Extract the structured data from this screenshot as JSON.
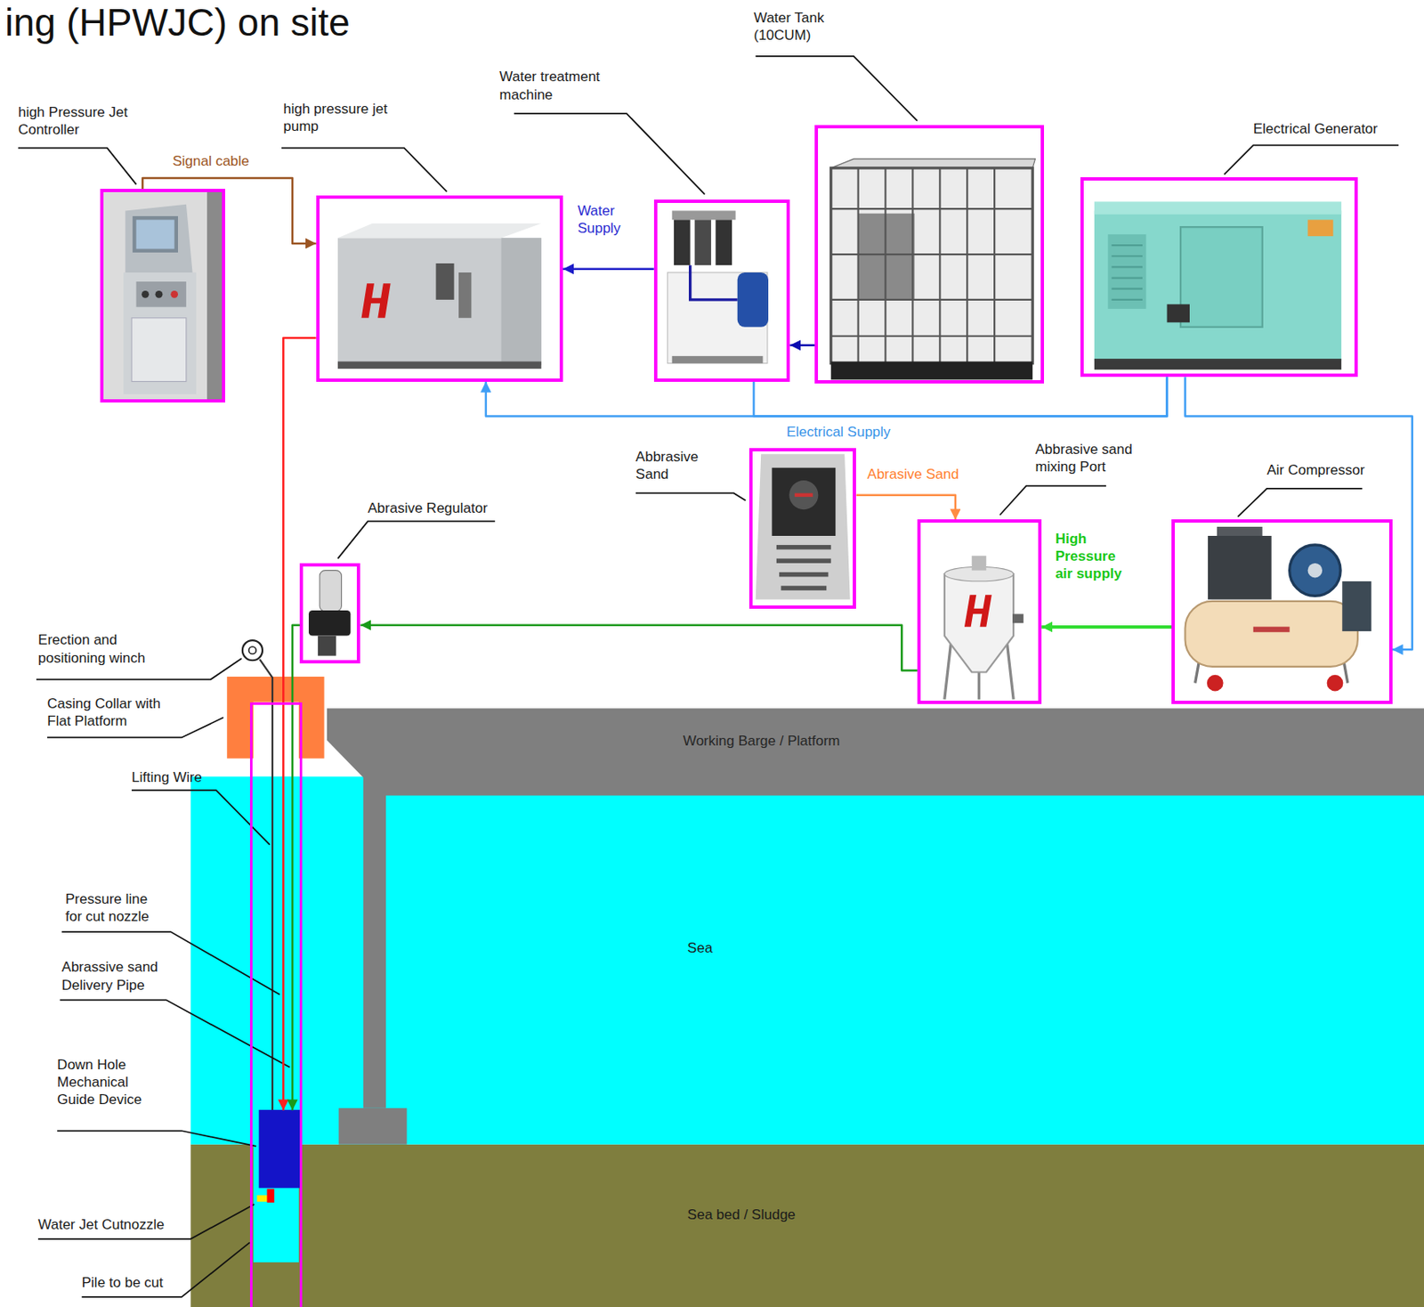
{
  "diagram": {
    "title": "ing (HPWJC) on site",
    "nodes": [
      {
        "text": [
          "high Pressure Jet Controller"
        ]
      },
      {
        "text": [
          "high pressure jet pump"
        ]
      },
      {
        "text": [
          "Water treatment machine"
        ]
      },
      {
        "text": [
          "Water Tank (10CUM)"
        ]
      },
      {
        "text": [
          "Electrical Generator"
        ]
      },
      {
        "text": [
          "Abbrasive Sand"
        ]
      },
      {
        "text": [
          "Abbrasive sand mixing Port"
        ]
      },
      {
        "text": [
          "Air Compressor"
        ]
      },
      {
        "text": [
          "Abrasive Regulator"
        ]
      },
      {
        "text": [
          "Casing Collar with Flat Platform"
        ]
      },
      {
        "text": [
          "Working Barge / Platform"
        ]
      },
      {
        "text": [
          "Sea"
        ]
      },
      {
        "text": [
          "Sea bed / Sludge"
        ]
      },
      {
        "text": [
          "Pile to be cut"
        ]
      },
      {
        "text": [
          "Down Hole Mechanical Guide Device"
        ],
        "in": 13
      },
      {
        "text": [
          "Water Jet Cutnozzle"
        ],
        "in": 13
      }
    ],
    "edges": [
      {
        "from": 0,
        "to": 1,
        "arrow": "to",
        "label": "Signal cable"
      },
      {
        "from": 2,
        "to": 1,
        "arrow": "to",
        "label": "Water Supply"
      },
      {
        "from": 3,
        "to": 2,
        "arrow": "to"
      },
      {
        "from": 4,
        "to": 1,
        "arrow": "to",
        "label": "Electrical Supply"
      },
      {
        "from": 4,
        "to": 2,
        "arrow": "none"
      },
      {
        "from": 4,
        "to": 7,
        "arrow": "to"
      },
      {
        "from": 5,
        "to": 6,
        "arrow": "to",
        "label": "Abrasive Sand"
      },
      {
        "from": 7,
        "to": 6,
        "arrow": "to",
        "label": "High Pressure air supply"
      },
      {
        "from": 6,
        "to": 8,
        "arrow": "to"
      },
      {
        "from": 1,
        "to": 14,
        "arrow": "to"
      },
      {
        "from": 8,
        "to": 14,
        "arrow": "to"
      }
    ],
    "labels": [
      "Erection and positioning winch",
      "Lifting Wire",
      "Pressure line for cut nozzle",
      "Abrassive sand Delivery Pipe"
    ]
  }
}
